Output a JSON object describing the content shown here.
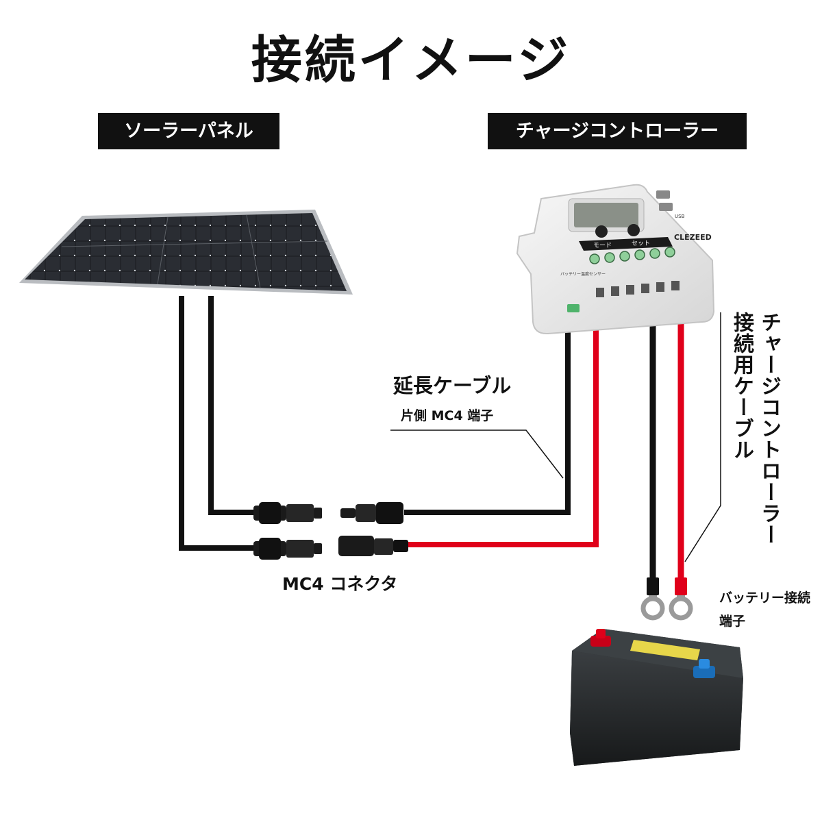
{
  "title": "接続イメージ",
  "labels": {
    "solar_panel": "ソーラーパネル",
    "charge_controller": "チャージコントローラー",
    "extension_cable": "延長ケーブル",
    "extension_cable_sub": "片側 MC4 端子",
    "mc4_connector": "MC4 コネクタ",
    "battery_terminal": "バッテリー接続端子",
    "controller_cable_line1": "チャージコントローラー",
    "controller_cable_line2": "接続用ケーブル"
  },
  "controller": {
    "brand": "CLEZEED",
    "button_mode": "モード",
    "button_set": "セット",
    "usb": "USB",
    "sensor_label": "バッテリー温度センサー"
  },
  "colors": {
    "positive_wire": "#e0001a",
    "negative_wire": "#111111",
    "label_bg": "#111111",
    "panel_cell": "#1c1e22",
    "controller_body": "#eeeeee",
    "terminal_green": "#8fcf9a",
    "battery_body": "#262a2c"
  }
}
